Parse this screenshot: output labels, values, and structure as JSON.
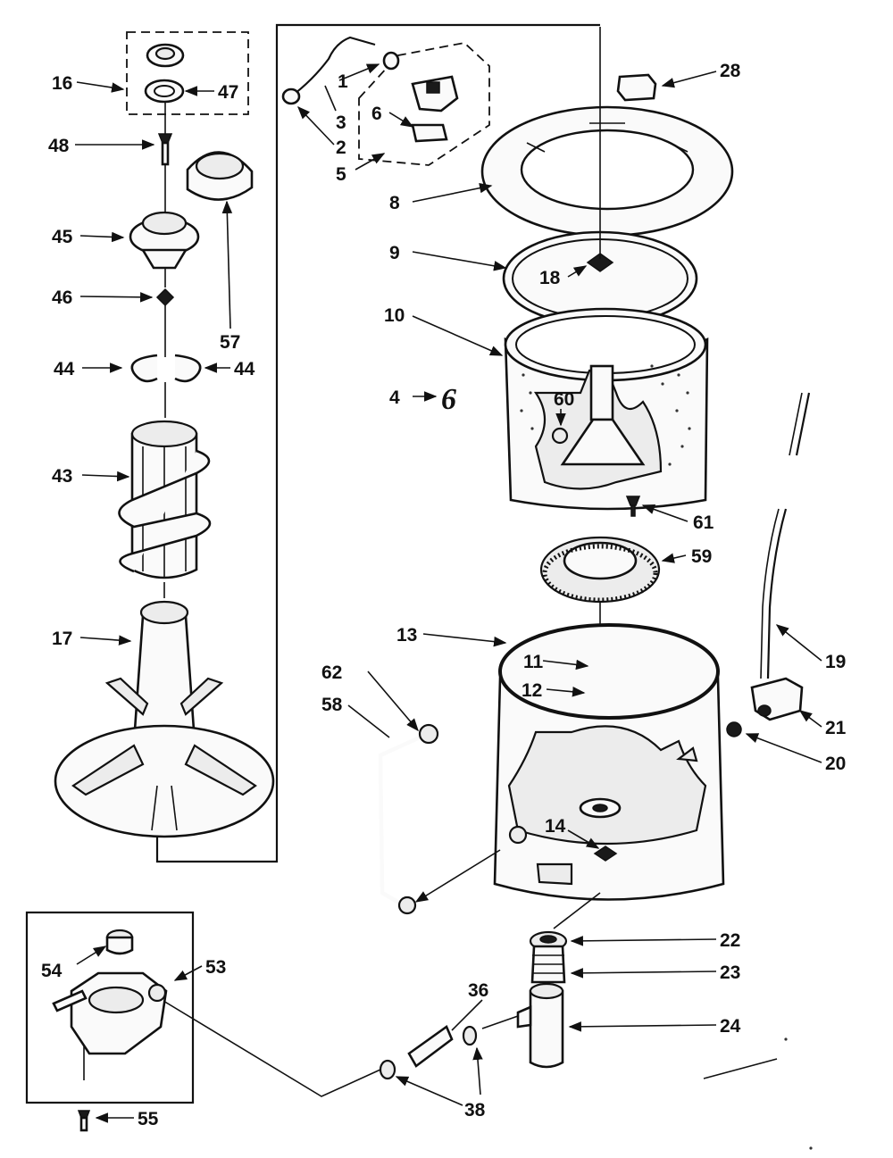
{
  "labels": {
    "l1": "1",
    "l2": "2",
    "l3": "3",
    "l4": "4",
    "l5": "5",
    "l6": "6",
    "l8": "8",
    "l9": "9",
    "l10": "10",
    "l11": "11",
    "l12": "12",
    "l13": "13",
    "l14": "14",
    "l16": "16",
    "l17": "17",
    "l18": "18",
    "l19": "19",
    "l20": "20",
    "l21": "21",
    "l22": "22",
    "l23": "23",
    "l24": "24",
    "l28": "28",
    "l36": "36",
    "l38": "38",
    "l43": "43",
    "l44a": "44",
    "l44b": "44",
    "l45": "45",
    "l46": "46",
    "l47": "47",
    "l48": "48",
    "l53": "53",
    "l54": "54",
    "l55": "55",
    "l57": "57",
    "l58": "58",
    "l59": "59",
    "l60": "60",
    "l61": "61",
    "l62": "62",
    "l4_hand": "6"
  }
}
